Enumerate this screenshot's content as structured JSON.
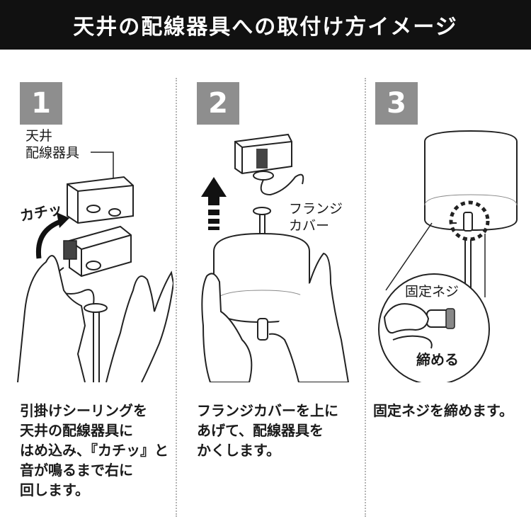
{
  "header": {
    "title": "天井の配線器具への取付け方イメージ"
  },
  "steps": [
    {
      "number": "1",
      "labels": {
        "fixture": "天井\n配線器具",
        "click": "カチッ"
      },
      "caption": "引掛けシーリングを\n天井の配線器具に\nはめ込み、『カチッ』と\n音が鳴るまで右に\n回します。"
    },
    {
      "number": "2",
      "labels": {
        "flange": "フランジ\nカバー"
      },
      "caption": "フランジカバーを上に\nあげて、配線器具を\nかくします。"
    },
    {
      "number": "3",
      "labels": {
        "screw": "固定ネジ",
        "tighten": "締める"
      },
      "caption": "固定ネジを締めます。"
    }
  ],
  "colors": {
    "header_bg": "#111111",
    "badge_bg": "#8e8e8e",
    "divider": "#b5b5b5"
  }
}
